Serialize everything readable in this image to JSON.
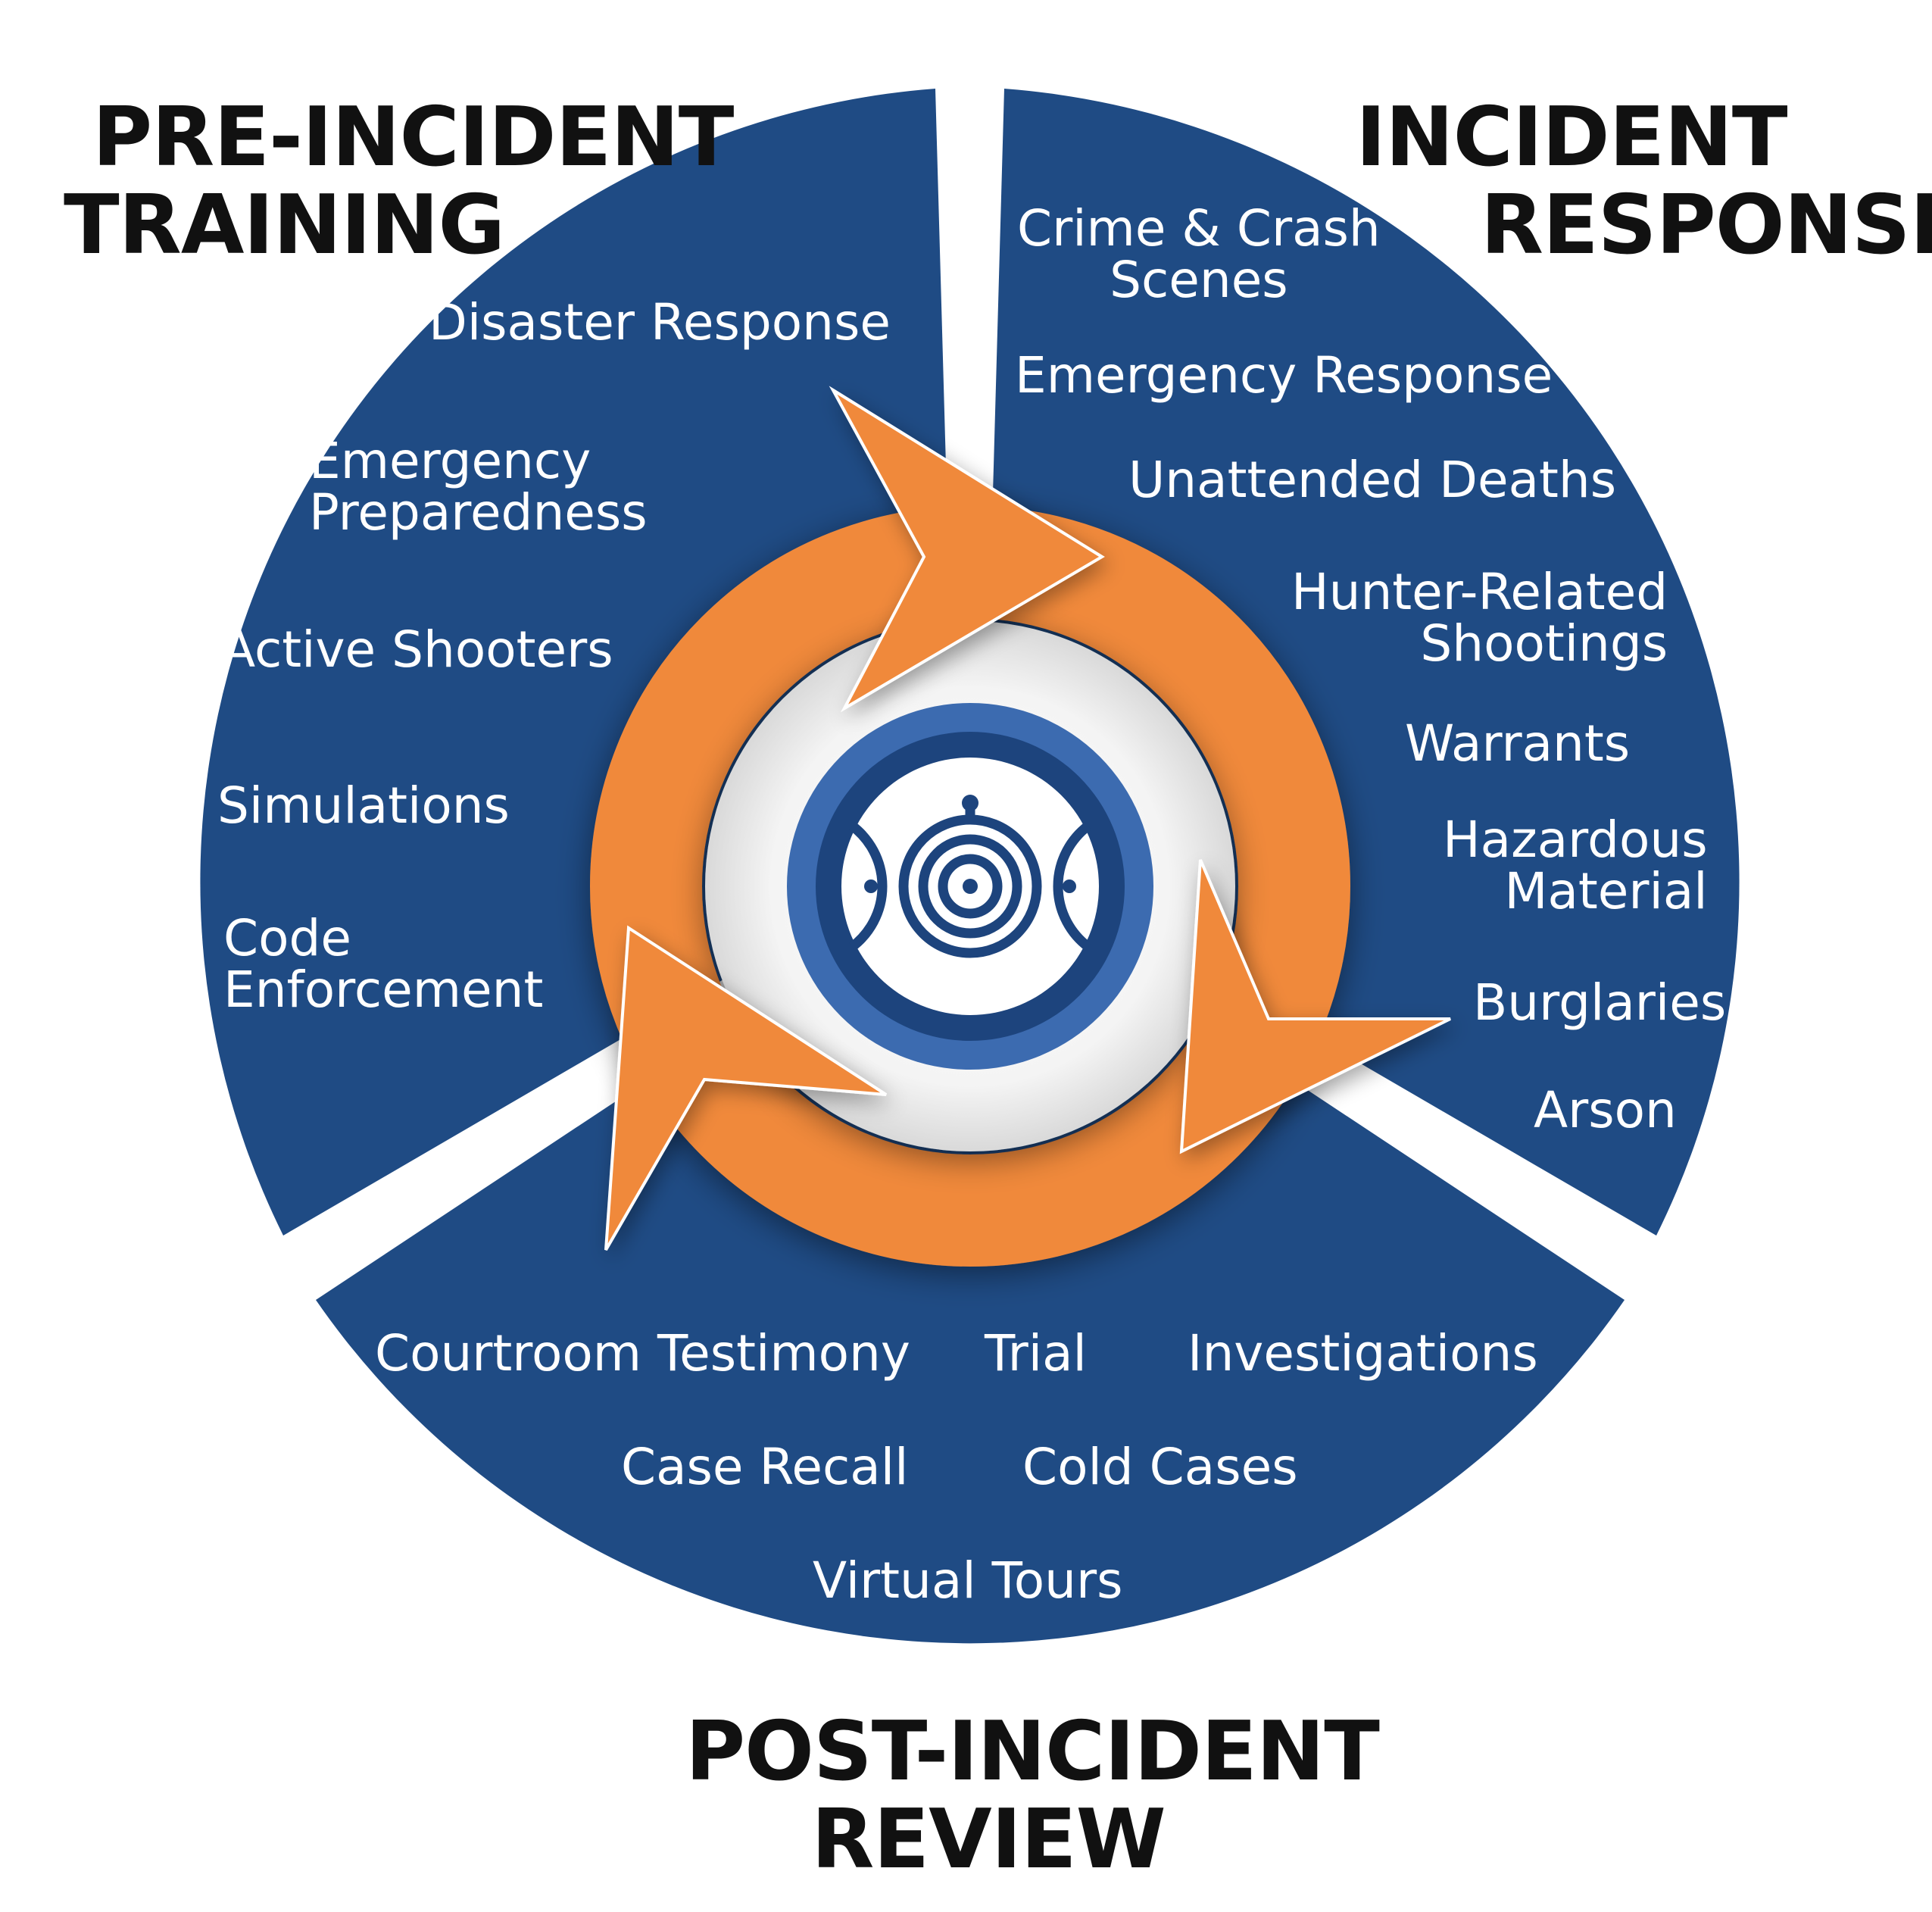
{
  "colors": {
    "navy": "#1f4b84",
    "orange": "#f0893a",
    "center_blue": "#3c6bb0",
    "center_navy": "#1d447d",
    "heading_text": "#111111",
    "item_text": "#ffffff"
  },
  "icon": "3d-scanner-rings-icon",
  "sections": {
    "pre_incident": {
      "title_line1": "PRE-INCIDENT",
      "title_line2": "TRAINING",
      "items": {
        "disaster_response": "Disaster Response",
        "emergency_preparedness_l1": "Emergency",
        "emergency_preparedness_l2": "Preparedness",
        "active_shooters": "Active Shooters",
        "simulations": "Simulations",
        "code_enforcement_l1": "Code",
        "code_enforcement_l2": "Enforcement"
      }
    },
    "incident": {
      "title_line1": "INCIDENT",
      "title_line2": "RESPONSE",
      "items": {
        "crime_crash_l1": "Crime & Crash",
        "crime_crash_l2": "Scenes",
        "emergency_response": "Emergency Response",
        "unattended_deaths": "Unattended Deaths",
        "hunter_l1": "Hunter-Related",
        "hunter_l2": "Shootings",
        "warrants": "Warrants",
        "hazardous_l1": "Hazardous",
        "hazardous_l2": "Material",
        "burglaries": "Burglaries",
        "arson": "Arson"
      }
    },
    "post_incident": {
      "title_line1": "POST-INCIDENT",
      "title_line2": "REVIEW",
      "items": {
        "courtroom_testimony": "Courtroom Testimony",
        "trial": "Trial",
        "investigations": "Investigations",
        "case_recall": "Case Recall",
        "cold_cases": "Cold Cases",
        "virtual_tours": "Virtual Tours"
      }
    }
  }
}
